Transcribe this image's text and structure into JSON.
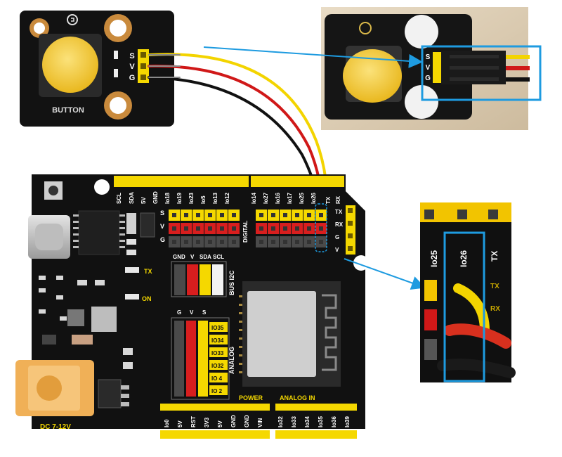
{
  "button_module": {
    "label": "BUTTON",
    "pins": [
      "S",
      "V",
      "G"
    ],
    "logo": "keyestudio-logo"
  },
  "photo_module": {
    "pins": [
      "S",
      "V",
      "G"
    ]
  },
  "board": {
    "top_header_labels": [
      "SCL",
      "SDA",
      "5V",
      "GND",
      "Io18",
      "Io19",
      "Io23",
      "Io5",
      "Io13",
      "Io12",
      "Io14",
      "Io27",
      "Io16",
      "Io17",
      "Io25",
      "Io26",
      "TX",
      "RX"
    ],
    "row_labels": [
      "S",
      "V",
      "G"
    ],
    "digital_label": "DIGITAL",
    "right_labels": [
      "TX",
      "RX",
      "G",
      "V"
    ],
    "tx_label": "TX",
    "on_label": "ON",
    "bus_label": "BUS I2C",
    "bus_pins": [
      "GND",
      "V",
      "SDA",
      "SCL"
    ],
    "analog_cols": [
      "G",
      "V",
      "S"
    ],
    "analog_pins": [
      "IO35",
      "IO34",
      "IO33",
      "IO32",
      "IO 4",
      "IO 2"
    ],
    "analog_label": "ANALOG",
    "power_label": "POWER",
    "analog_in_label": "ANALOG IN",
    "power_pins": [
      "Io0",
      "5V",
      "RST",
      "3V3",
      "5V",
      "GND",
      "GND",
      "VIN"
    ],
    "analog_in_pins": [
      "Io32",
      "Io33",
      "Io34",
      "Io35",
      "Io36",
      "Io39"
    ],
    "dc_label": "DC 7-12V"
  },
  "zoom": {
    "labels": [
      "Io25",
      "Io26",
      "TX"
    ],
    "side_labels": [
      "TX",
      "RX"
    ]
  },
  "colors": {
    "board": "#111111",
    "header_yellow": "#f5d800",
    "pin_red": "#d81e1e",
    "pin_black": "#4a4a4a",
    "wire_yellow": "#f3d400",
    "wire_red": "#d01818",
    "wire_black": "#111111",
    "highlight": "#1e9be0",
    "button_cap": "#f4cf3a"
  }
}
